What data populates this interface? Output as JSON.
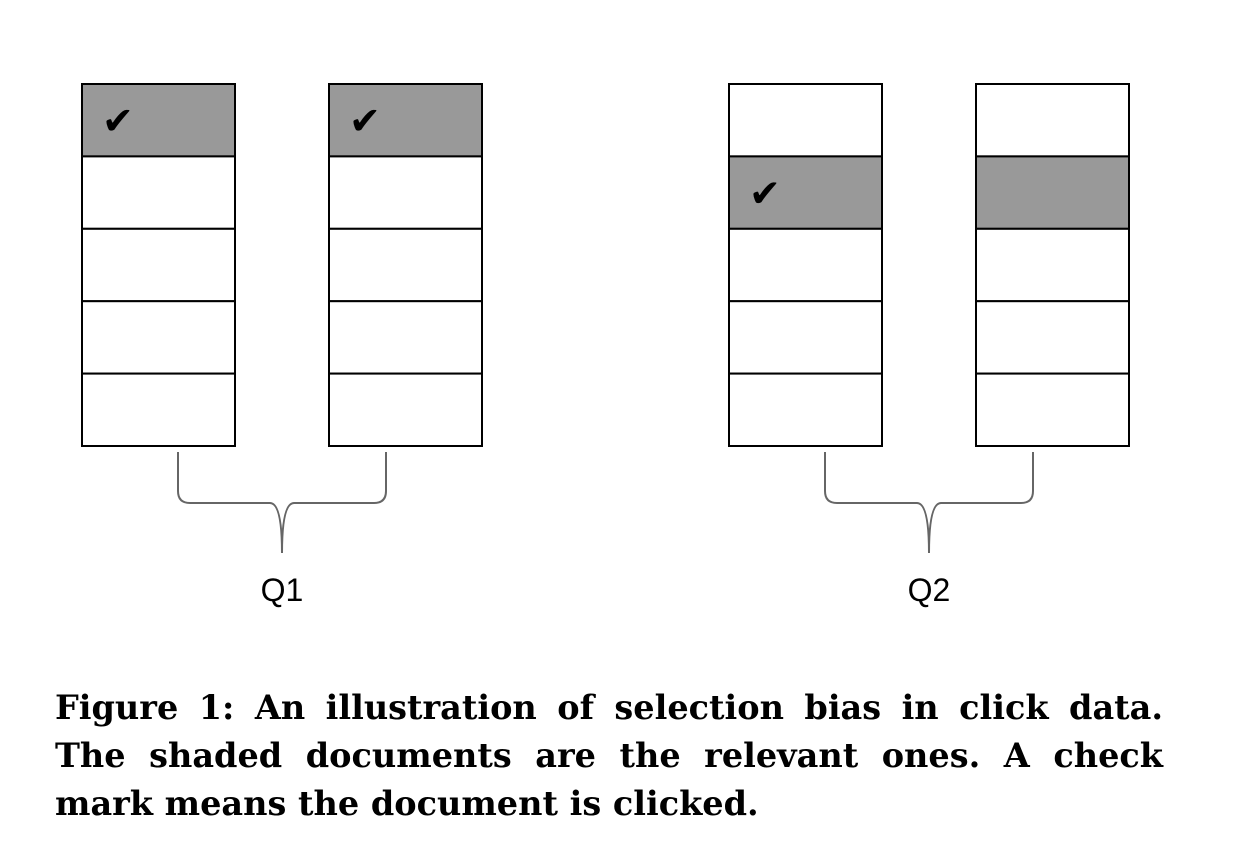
{
  "colors": {
    "relevant_fill": "#999999",
    "document_fill": "#ffffff",
    "outline": "#000000",
    "brace": "#666666"
  },
  "check_glyph": "✔",
  "groups": [
    {
      "label": "Q1",
      "rankings": [
        {
          "documents": [
            {
              "relevant": true,
              "clicked": true
            },
            {
              "relevant": false,
              "clicked": false
            },
            {
              "relevant": false,
              "clicked": false
            },
            {
              "relevant": false,
              "clicked": false
            },
            {
              "relevant": false,
              "clicked": false
            }
          ]
        },
        {
          "documents": [
            {
              "relevant": true,
              "clicked": true
            },
            {
              "relevant": false,
              "clicked": false
            },
            {
              "relevant": false,
              "clicked": false
            },
            {
              "relevant": false,
              "clicked": false
            },
            {
              "relevant": false,
              "clicked": false
            }
          ]
        }
      ]
    },
    {
      "label": "Q2",
      "rankings": [
        {
          "documents": [
            {
              "relevant": false,
              "clicked": false
            },
            {
              "relevant": true,
              "clicked": true
            },
            {
              "relevant": false,
              "clicked": false
            },
            {
              "relevant": false,
              "clicked": false
            },
            {
              "relevant": false,
              "clicked": false
            }
          ]
        },
        {
          "documents": [
            {
              "relevant": false,
              "clicked": false
            },
            {
              "relevant": true,
              "clicked": false
            },
            {
              "relevant": false,
              "clicked": false
            },
            {
              "relevant": false,
              "clicked": false
            },
            {
              "relevant": false,
              "clicked": false
            }
          ]
        }
      ]
    }
  ],
  "caption": "Figure 1:  An illustration of selection bias in click data. The shaded documents are the relevant ones. A check mark means the document is clicked."
}
